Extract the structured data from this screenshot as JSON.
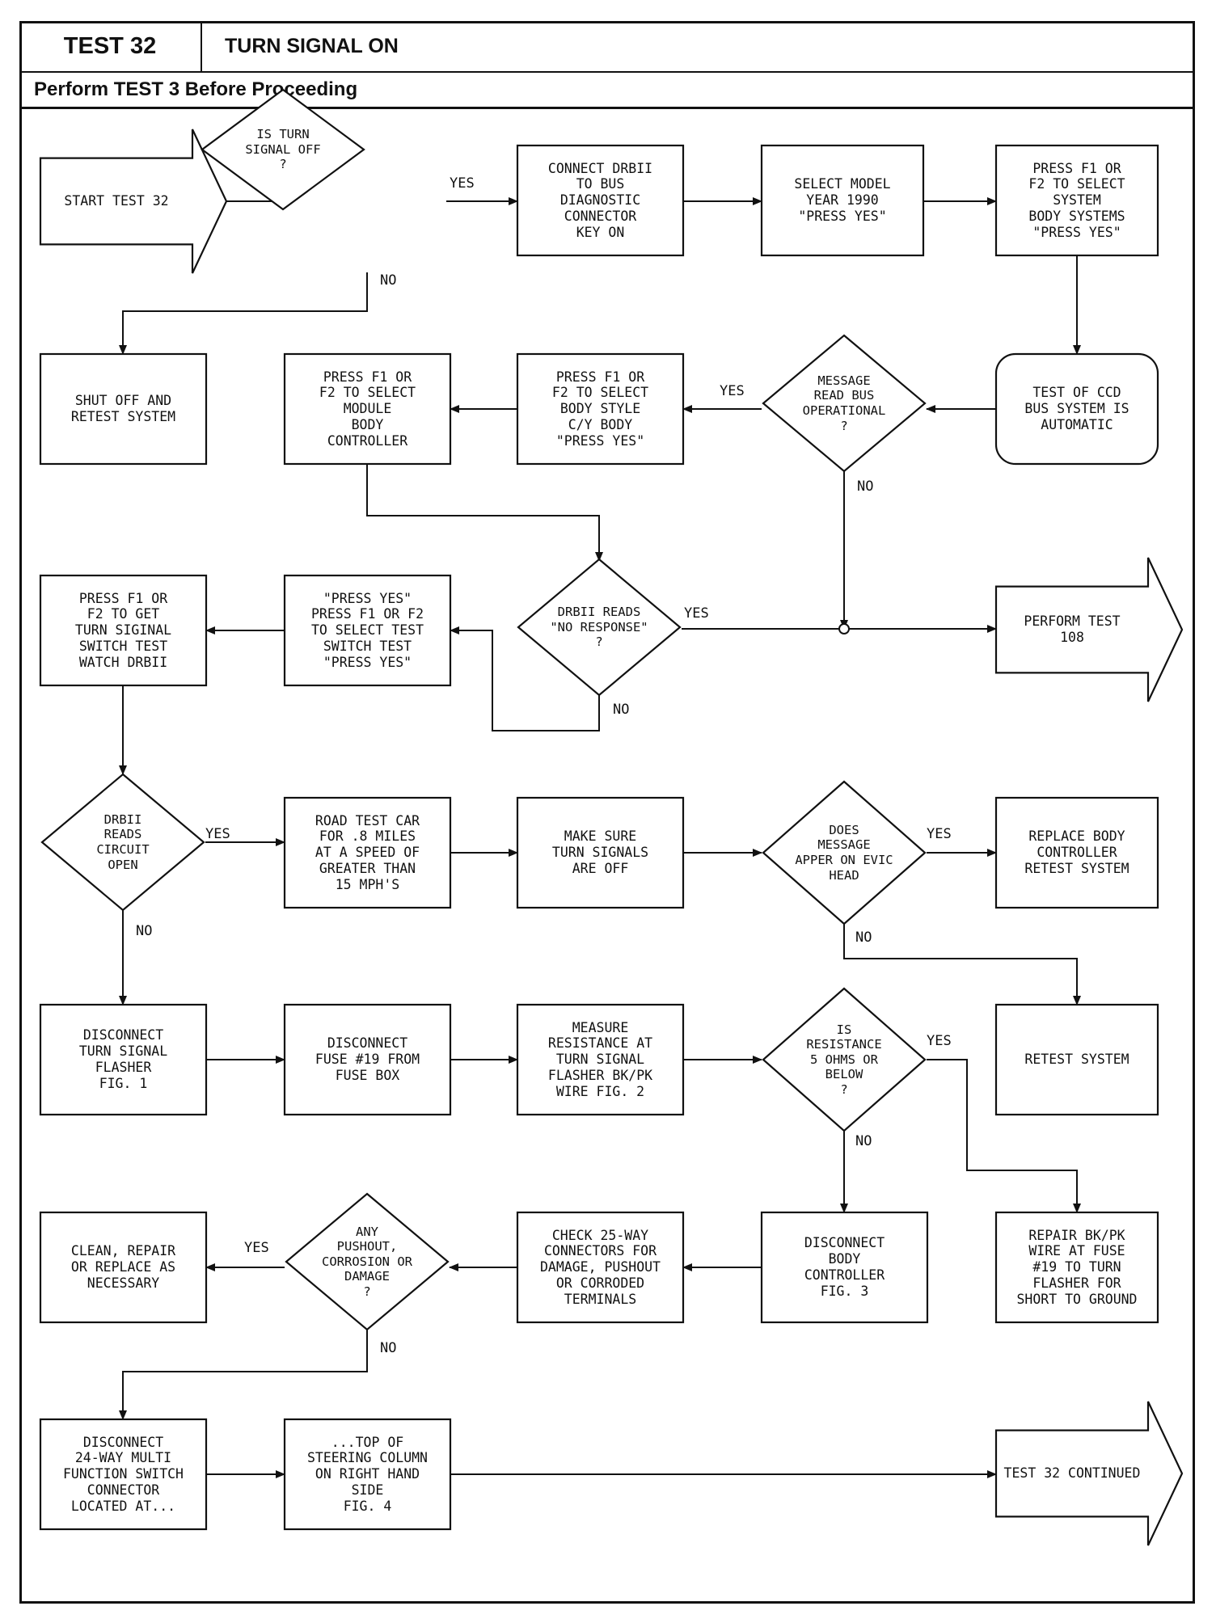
{
  "header": {
    "test_number": "TEST 32",
    "title": "TURN SIGNAL ON",
    "subtitle": "Perform TEST 3 Before Proceeding"
  },
  "nodes": [
    {
      "id": "start",
      "shape": "arrow",
      "text": "START TEST 32"
    },
    {
      "id": "d_turn_off",
      "shape": "diamond",
      "text": "IS TURN\nSIGNAL OFF\n?"
    },
    {
      "id": "connect_drb",
      "shape": "rect",
      "text": "CONNECT DRBII\nTO BUS\nDIAGNOSTIC\nCONNECTOR\nKEY ON"
    },
    {
      "id": "select_model",
      "shape": "rect",
      "text": "SELECT MODEL\nYEAR 1990\n\"PRESS YES\""
    },
    {
      "id": "press_body_sys",
      "shape": "rect",
      "text": "PRESS F1 OR\nF2 TO SELECT\nSYSTEM\nBODY SYSTEMS\n\"PRESS YES\""
    },
    {
      "id": "shut_off",
      "shape": "rect",
      "text": "SHUT OFF AND\nRETEST SYSTEM"
    },
    {
      "id": "press_module",
      "shape": "rect",
      "text": "PRESS F1 OR\nF2 TO SELECT\nMODULE\nBODY\nCONTROLLER"
    },
    {
      "id": "press_body_style",
      "shape": "rect",
      "text": "PRESS F1 OR\nF2 TO SELECT\nBODY STYLE\nC/Y BODY\n\"PRESS YES\""
    },
    {
      "id": "d_msg_bus",
      "shape": "diamond",
      "text": "MESSAGE\nREAD BUS\nOPERATIONAL\n?"
    },
    {
      "id": "test_ccd",
      "shape": "rounded",
      "text": "TEST OF CCD\nBUS SYSTEM IS\nAUTOMATIC"
    },
    {
      "id": "press_get_turn",
      "shape": "rect",
      "text": "PRESS F1 OR\nF2 TO GET\nTURN SIGINAL\nSWITCH TEST\nWATCH DRBII"
    },
    {
      "id": "press_yes_select",
      "shape": "rect",
      "text": "\"PRESS YES\"\nPRESS F1 OR F2\nTO SELECT TEST\nSWITCH TEST\n\"PRESS YES\""
    },
    {
      "id": "d_no_response",
      "shape": "diamond",
      "text": "DRBII READS\n\"NO RESPONSE\"\n?"
    },
    {
      "id": "perform_108",
      "shape": "arrow",
      "text": "PERFORM TEST\n108"
    },
    {
      "id": "d_circuit_open",
      "shape": "diamond",
      "text": "DRBII\nREADS\nCIRCUIT\nOPEN"
    },
    {
      "id": "road_test",
      "shape": "rect",
      "text": "ROAD TEST CAR\nFOR .8 MILES\nAT A SPEED OF\nGREATER THAN\n15 MPH'S"
    },
    {
      "id": "make_sure",
      "shape": "rect",
      "text": "MAKE SURE\nTURN SIGNALS\nARE OFF"
    },
    {
      "id": "d_message_evic",
      "shape": "diamond",
      "text": "DOES\nMESSAGE\nAPPER ON EVIC\nHEAD"
    },
    {
      "id": "replace_body",
      "shape": "rect",
      "text": "REPLACE BODY\nCONTROLLER\nRETEST SYSTEM"
    },
    {
      "id": "disc_flasher",
      "shape": "rect",
      "text": "DISCONNECT\nTURN SIGNAL\nFLASHER\nFIG. 1"
    },
    {
      "id": "disc_fuse",
      "shape": "rect",
      "text": "DISCONNECT\nFUSE #19 FROM\nFUSE BOX"
    },
    {
      "id": "measure",
      "shape": "rect",
      "text": "MEASURE\nRESISTANCE AT\nTURN SIGNAL\nFLASHER BK/PK\nWIRE FIG. 2"
    },
    {
      "id": "d_resistance",
      "shape": "diamond",
      "text": "IS\nRESISTANCE\n5 OHMS OR\nBELOW\n?"
    },
    {
      "id": "retest",
      "shape": "rect",
      "text": "RETEST SYSTEM"
    },
    {
      "id": "clean_repair",
      "shape": "rect",
      "text": "CLEAN, REPAIR\nOR REPLACE AS\nNECESSARY"
    },
    {
      "id": "d_pushout",
      "shape": "diamond",
      "text": "ANY\nPUSHOUT,\nCORROSION OR\nDAMAGE\n?"
    },
    {
      "id": "check_25way",
      "shape": "rect",
      "text": "CHECK 25-WAY\nCONNECTORS FOR\nDAMAGE, PUSHOUT\nOR CORRODED\nTERMINALS"
    },
    {
      "id": "disc_body",
      "shape": "rect",
      "text": "DISCONNECT\nBODY\nCONTROLLER\nFIG. 3"
    },
    {
      "id": "repair_bkpk",
      "shape": "rect",
      "text": "REPAIR BK/PK\nWIRE AT FUSE\n#19 TO TURN\nFLASHER FOR\nSHORT TO GROUND"
    },
    {
      "id": "disc_24way",
      "shape": "rect",
      "text": "DISCONNECT\n24-WAY MULTI\nFUNCTION SWITCH\nCONNECTOR\nLOCATED AT..."
    },
    {
      "id": "top_steering",
      "shape": "rect",
      "text": "...TOP OF\nSTEERING COLUMN\nON RIGHT HAND\nSIDE\nFIG. 4"
    },
    {
      "id": "test32_cont",
      "shape": "arrow",
      "text": "TEST 32 CONTINUED"
    }
  ],
  "labels": [
    {
      "id": "yes1",
      "text": "YES"
    },
    {
      "id": "no1",
      "text": "NO"
    },
    {
      "id": "yes2",
      "text": "YES"
    },
    {
      "id": "no2",
      "text": "NO"
    },
    {
      "id": "yes3",
      "text": "YES"
    },
    {
      "id": "no3",
      "text": "NO"
    },
    {
      "id": "yes4",
      "text": "YES"
    },
    {
      "id": "no4",
      "text": "NO"
    },
    {
      "id": "yes5",
      "text": "YES"
    },
    {
      "id": "no5",
      "text": "NO"
    },
    {
      "id": "yes6",
      "text": "YES"
    },
    {
      "id": "no6",
      "text": "NO"
    },
    {
      "id": "yes7",
      "text": "YES"
    },
    {
      "id": "no7",
      "text": "NO"
    }
  ]
}
